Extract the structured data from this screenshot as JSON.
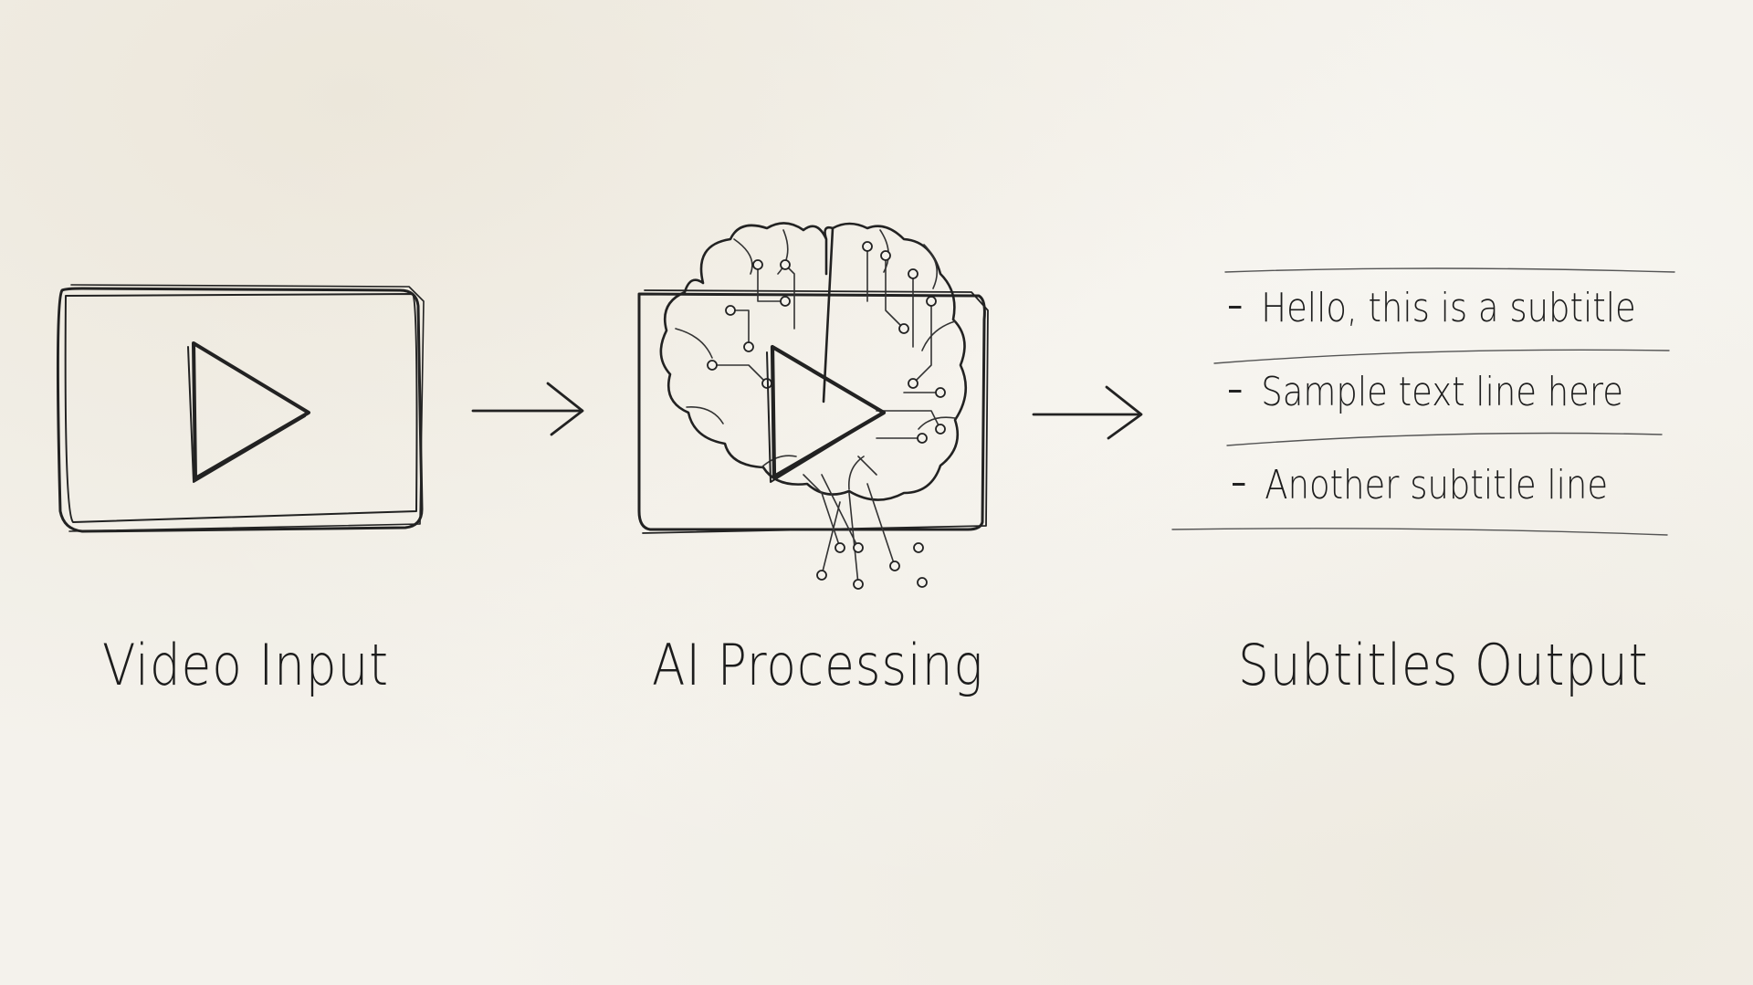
{
  "stages": [
    {
      "label": "Video Input",
      "icon": "video-play-icon"
    },
    {
      "label": "AI Processing",
      "icon": "brain-circuit-icon"
    },
    {
      "label": "Subtitles Output",
      "icon": "subtitle-lines-icon"
    }
  ],
  "subtitles": [
    "Hello, this is a subtitle",
    "Sample text line here",
    "Another subtitle line"
  ],
  "colors": {
    "paper": "#f4f2ec",
    "ink": "#222222"
  }
}
